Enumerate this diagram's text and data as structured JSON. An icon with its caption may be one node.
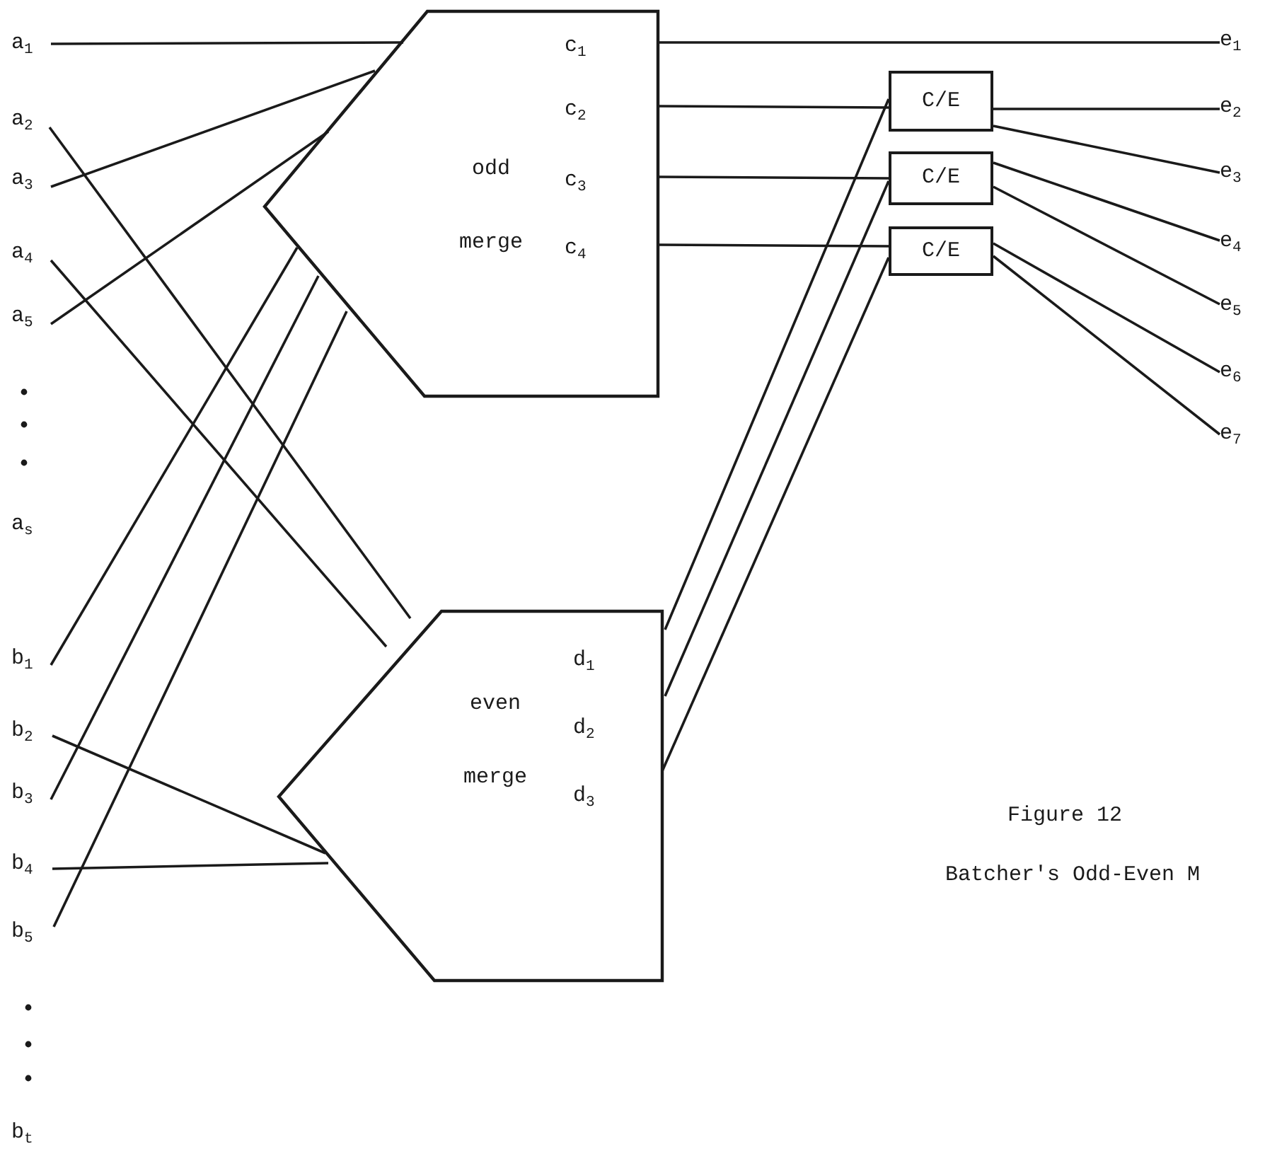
{
  "diagram": {
    "title": "Figure 12",
    "caption": "Batcher's Odd-Even M",
    "nodes": [
      {
        "text": [
          "a$_{1}$"
        ]
      },
      {
        "text": [
          "a$_{2}$"
        ]
      },
      {
        "text": [
          "a$_{3}$"
        ]
      },
      {
        "text": [
          "a$_{4}$"
        ]
      },
      {
        "text": [
          "a$_{5}$"
        ]
      },
      {
        "text": [
          "b$_{1}$"
        ]
      },
      {
        "text": [
          "b$_{2}$"
        ]
      },
      {
        "text": [
          "b$_{3}$"
        ]
      },
      {
        "text": [
          "b$_{4}$"
        ]
      },
      {
        "text": [
          "b$_{5}$"
        ]
      },
      {
        "text": [
          "odd merge",
          "c$_{1}$",
          "c$_{2}$",
          "c$_{3}$",
          "c$_{4}$"
        ]
      },
      {
        "text": [
          "even merge",
          "d$_{1}$",
          "d$_{2}$",
          "d$_{3}$"
        ]
      },
      {
        "text": [
          "C/E"
        ]
      },
      {
        "text": [
          "C/E"
        ]
      },
      {
        "text": [
          "C/E"
        ]
      },
      {
        "text": [
          "e$_{1}$"
        ]
      },
      {
        "text": [
          "e$_{2}$"
        ]
      },
      {
        "text": [
          "e$_{3}$"
        ]
      },
      {
        "text": [
          "e$_{4}$"
        ]
      },
      {
        "text": [
          "e$_{5}$"
        ]
      },
      {
        "text": [
          "e$_{6}$"
        ]
      },
      {
        "text": [
          "e$_{7}$"
        ]
      }
    ],
    "edges": [
      {
        "from": 0,
        "to": 10,
        "arrow": "none"
      },
      {
        "from": 1,
        "to": 11,
        "arrow": "none"
      },
      {
        "from": 2,
        "to": 10,
        "arrow": "none"
      },
      {
        "from": 3,
        "to": 11,
        "arrow": "none"
      },
      {
        "from": 4,
        "to": 10,
        "arrow": "none"
      },
      {
        "from": 5,
        "to": 10,
        "arrow": "none"
      },
      {
        "from": 6,
        "to": 11,
        "arrow": "none"
      },
      {
        "from": 7,
        "to": 10,
        "arrow": "none"
      },
      {
        "from": 8,
        "to": 11,
        "arrow": "none"
      },
      {
        "from": 9,
        "to": 10,
        "arrow": "none"
      },
      {
        "from": 10,
        "to": 15,
        "arrow": "none"
      },
      {
        "from": 10,
        "to": 12,
        "arrow": "none"
      },
      {
        "from": 10,
        "to": 13,
        "arrow": "none"
      },
      {
        "from": 10,
        "to": 14,
        "arrow": "none"
      },
      {
        "from": 11,
        "to": 12,
        "arrow": "none"
      },
      {
        "from": 11,
        "to": 13,
        "arrow": "none"
      },
      {
        "from": 11,
        "to": 14,
        "arrow": "none"
      },
      {
        "from": 12,
        "to": 16,
        "arrow": "none"
      },
      {
        "from": 12,
        "to": 17,
        "arrow": "none"
      },
      {
        "from": 13,
        "to": 18,
        "arrow": "none"
      },
      {
        "from": 13,
        "to": 19,
        "arrow": "none"
      },
      {
        "from": 14,
        "to": 20,
        "arrow": "none"
      },
      {
        "from": 14,
        "to": 21,
        "arrow": "none"
      }
    ],
    "labels": [
      "a$_{s}$",
      "b$_{t}$"
    ]
  }
}
